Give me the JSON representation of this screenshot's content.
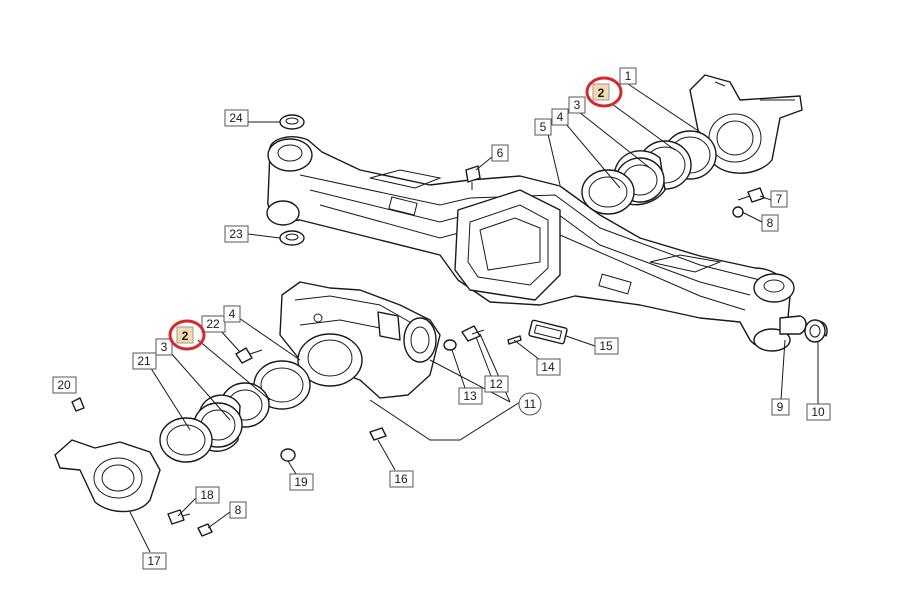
{
  "colors": {
    "line": "#1a1a1a",
    "highlight_ring": "#d9262b",
    "highlight_fill": "#f4d8b0"
  },
  "callouts": {
    "c1": "1",
    "c2a": "2",
    "c3a": "3",
    "c4a": "4",
    "c5": "5",
    "c6": "6",
    "c7": "7",
    "c8a": "8",
    "c9": "9",
    "c10": "10",
    "c11": "11",
    "c12": "12",
    "c13": "13",
    "c14": "14",
    "c15": "15",
    "c16": "16",
    "c17": "17",
    "c18": "18",
    "c19": "19",
    "c20": "20",
    "c21": "21",
    "c22": "22",
    "c23": "23",
    "c24": "24",
    "c2b": "2",
    "c3b": "3",
    "c4b": "4",
    "c8b": "8"
  }
}
